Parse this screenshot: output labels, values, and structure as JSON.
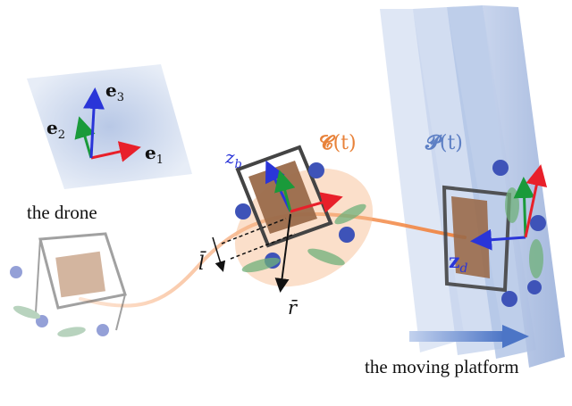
{
  "frame": {
    "e1": "e",
    "e1_sub": "1",
    "e2": "e",
    "e2_sub": "2",
    "e3": "e",
    "e3_sub": "3"
  },
  "labels": {
    "drone": "the drone",
    "platform": "the moving platform",
    "C_main": "𝓒",
    "C_paren": "(t)",
    "P_main": "𝓟",
    "P_paren": "(t)",
    "zb_main": "z",
    "zb_sub": "b",
    "zd_main": "z",
    "zd_sub": "d",
    "lbar": "l̄",
    "rbar": "r̄"
  },
  "colors": {
    "e1_axis": "#e8202a",
    "e2_axis": "#1a9a3a",
    "e3_axis": "#2a35d8",
    "C_label": "#e8823a",
    "P_label": "#5d7fc4",
    "zb_label": "#2a35d8",
    "zd_label": "#2a35d8",
    "trajectory": "#f07a30",
    "ellipse": "#f6b98a",
    "plane": "#7d9bd0",
    "platform_arrow": "#4c75c6"
  }
}
